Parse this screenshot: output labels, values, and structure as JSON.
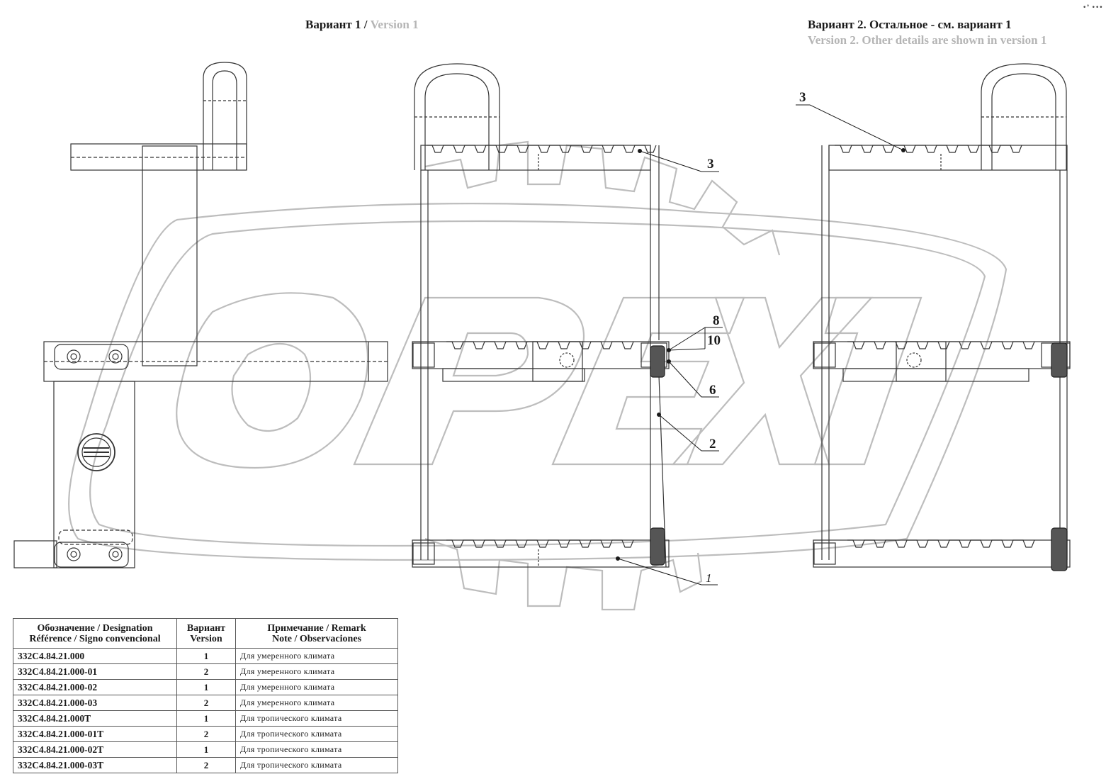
{
  "titles": {
    "v1_ru": "Вариант 1 /",
    "v1_en": "Version 1",
    "v2_ru": "Вариант 2. Остальное - см. вариант 1",
    "v2_en": "Version 2. Other details are shown in version 1"
  },
  "corner_mark": "•°  •••",
  "watermark": "OPEX",
  "callouts": {
    "c3_mid": "3",
    "c3_right": "3",
    "c8": "8",
    "c10": "10",
    "c6": "6",
    "c2": "2",
    "c1": "1"
  },
  "table": {
    "headers": [
      [
        "Обозначение / Designation",
        "Référence / Signo convencional"
      ],
      [
        "Вариант",
        "Version"
      ],
      [
        "Примечание / Remark",
        "Note / Observaciones"
      ]
    ],
    "rows": [
      [
        "332C4.84.21.000",
        "1",
        "Для умеренного климата"
      ],
      [
        "332C4.84.21.000-01",
        "2",
        "Для умеренного климата"
      ],
      [
        "332C4.84.21.000-02",
        "1",
        "Для умеренного климата"
      ],
      [
        "332C4.84.21.000-03",
        "2",
        "Для умеренного климата"
      ],
      [
        "332C4.84.21.000T",
        "1",
        "Для тропического климата"
      ],
      [
        "332C4.84.21.000-01T",
        "2",
        "Для тропического климата"
      ],
      [
        "332C4.84.21.000-02T",
        "1",
        "Для тропического климата"
      ],
      [
        "332C4.84.21.000-03T",
        "2",
        "Для тропического климата"
      ]
    ]
  }
}
